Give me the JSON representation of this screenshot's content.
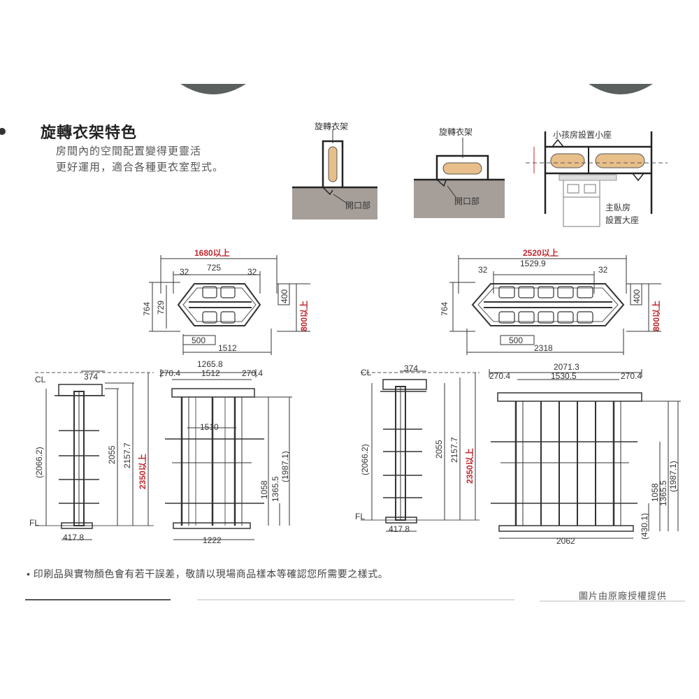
{
  "heading": {
    "title": "旋轉衣架特色",
    "desc_line1": "房間內的空間配置變得更靈活",
    "desc_line2": "更好運用，適合各種更衣室型式。"
  },
  "layouts": {
    "diagram1_label": "旋轉衣架",
    "diagram1_opening": "開口部",
    "diagram2_label": "旋轉衣架",
    "diagram2_opening": "開口部",
    "diagram3_kid": "小孩房設置小座",
    "diagram3_master_line1": "主臥房",
    "diagram3_master_line2": "設置大座"
  },
  "top_left": {
    "overall": "1680以上",
    "inner": "725",
    "side_left": "32",
    "side_right": "32",
    "depth_outer": "764",
    "depth_inner": "729",
    "right_small": "400",
    "right_min": "800以上",
    "bottom_small": "500",
    "bottom_total": "1512"
  },
  "top_right": {
    "overall": "2520以上",
    "inner": "1529.9",
    "side_left": "32",
    "side_right": "32",
    "depth_outer": "764",
    "right_small": "400",
    "right_min": "800以上",
    "bottom_small": "500",
    "bottom_total": "2318"
  },
  "side_left": {
    "cl": "CL",
    "fl": "FL",
    "top_width": "374",
    "left_height": "(2066.2)",
    "h1": "2055",
    "h2": "2157.7",
    "h_min": "2350以上",
    "base": "417.8"
  },
  "front_left": {
    "top_total": "1265.8",
    "top_left": "270.4",
    "top_mid": "1512",
    "top_right": "270.4",
    "inner": "1510",
    "r1": "1058",
    "r2": "1365.5",
    "r3": "(1987.1)",
    "base": "1222"
  },
  "side_right": {
    "cl": "CL",
    "fl": "FL",
    "top_width": "374",
    "left_height": "(2066.2)",
    "h1": "2055",
    "h2": "2157.7",
    "h_min": "2350以上",
    "base": "417.8"
  },
  "front_right": {
    "top_total": "2071.3",
    "top_left": "270.4",
    "top_mid": "1530.5",
    "top_right": "270.4",
    "r1": "1058",
    "r2": "1365.5",
    "r3": "(1987.1)",
    "r0": "(430.1)",
    "base": "2062"
  },
  "footer": {
    "note": "• 印刷品與實物顏色會有若干誤差，敬請以現場商品樣本等確認您所需要之樣式。",
    "credit": "圖片由原廠授權提供"
  },
  "colors": {
    "red": "#c0282e",
    "dark": "#333333",
    "floor": "#a59e99",
    "rack": "#e8bf8a",
    "hub": "#5a605e"
  }
}
